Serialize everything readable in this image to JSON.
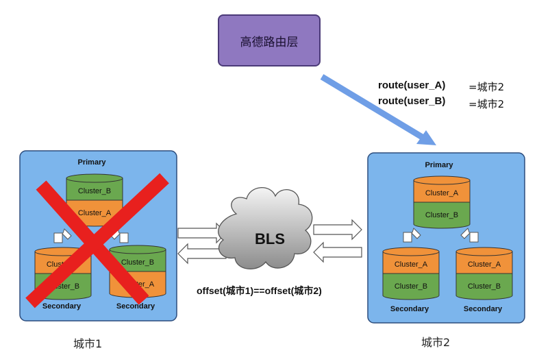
{
  "routing_layer": {
    "label": "高德路由层"
  },
  "routes": [
    {
      "expr": "route(user_A)",
      "value": "=城市2"
    },
    {
      "expr": "route(user_B)",
      "value": "=城市2"
    }
  ],
  "bls": {
    "label": "BLS",
    "offset_text": "offset(城市1)==offset(城市2)"
  },
  "city1": {
    "caption": "城市1",
    "primary_label": "Primary",
    "primary_stack": [
      "Cluster_B",
      "Cluster_A"
    ],
    "secondary_left_stack": [
      "Cluster_A",
      "Cluster_B"
    ],
    "secondary_right_stack": [
      "Cluster_B",
      "Cluster_A"
    ],
    "secondary_label": "Secondary",
    "failed": true
  },
  "city2": {
    "caption": "城市2",
    "primary_label": "Primary",
    "primary_stack": [
      "Cluster_A",
      "Cluster_B"
    ],
    "secondary_left_stack": [
      "Cluster_A",
      "Cluster_B"
    ],
    "secondary_right_stack": [
      "Cluster_A",
      "Cluster_B"
    ],
    "secondary_label": "Secondary"
  },
  "colors": {
    "cluster_a": "#f0923a",
    "cluster_b": "#6aa84f",
    "city_panel": "#7cb5ec",
    "routing_box": "#8f78c0",
    "route_arrow": "#6f9ee6",
    "failure_x": "#e8201e"
  }
}
